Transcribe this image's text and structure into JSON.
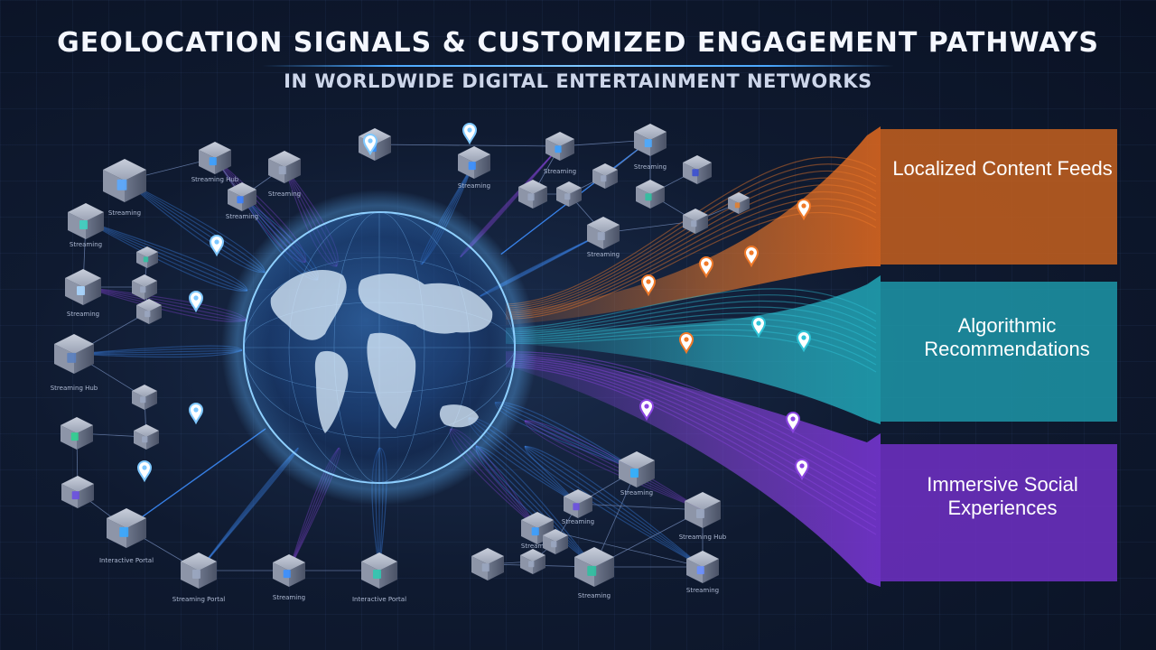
{
  "header": {
    "title": "GEOLOCATION SIGNALS & CUSTOMIZED ENGAGEMENT PATHWAYS",
    "subtitle": "IN WORLDWIDE DIGITAL ENTERTAINMENT NETWORKS"
  },
  "pathways": [
    {
      "label": "Localized Content Feeds",
      "color": "#f07a2a"
    },
    {
      "label": "Algorithmic Recommendations",
      "color": "#2fc3d6"
    },
    {
      "label": "Immersive Social Experiences",
      "color": "#8a45e0"
    }
  ],
  "node_labels": {
    "n1": "Streaming Hub",
    "n2": "Streaming",
    "n3": "Streaming",
    "n4": "Streaming",
    "n5": "Streaming",
    "n6": "Streaming Hub",
    "n7": "Streaming",
    "n8": "Interactive Portal",
    "n9": "Streaming Portal",
    "n10": "Streaming",
    "n11": "Interactive Portal",
    "n12": "Streaming",
    "n13": "Streaming",
    "n14": "Streaming",
    "n15": "Streaming",
    "n16": "Streaming",
    "n17": "Streaming",
    "n18": "Streaming",
    "n19": "Streaming Hub",
    "n20": "Streaming",
    "n21": "Streaming"
  },
  "colors": {
    "accent_blue": "#4aa8ff",
    "orange": "#f07a2a",
    "cyan": "#2fc3d6",
    "purple": "#8a45e0",
    "node": "#8e96a8"
  }
}
